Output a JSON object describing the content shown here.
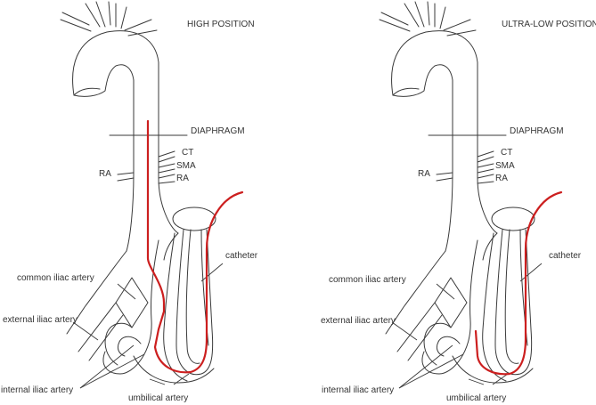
{
  "colors": {
    "vessel": "#3a3a3a",
    "catheter": "#cc1f1f",
    "text": "#333333"
  },
  "panels": [
    {
      "title": "HIGH POSITION",
      "tip": "high",
      "labels": {
        "diaphragm": "DIAPHRAGM",
        "ct": "CT",
        "sma": "SMA",
        "ra_right": "RA",
        "ra_left": "RA",
        "catheter": "catheter",
        "common_iliac": "common iliac artery",
        "external_iliac": "external iliac artery",
        "internal_iliac": "internal iliac artery",
        "umbilical": "umbilical artery"
      }
    },
    {
      "title": "ULTRA-LOW POSITION",
      "tip": "low",
      "labels": {
        "diaphragm": "DIAPHRAGM",
        "ct": "CT",
        "sma": "SMA",
        "ra_right": "RA",
        "ra_left": "RA",
        "catheter": "catheter",
        "common_iliac": "common iliac artery",
        "external_iliac": "external iliac artery",
        "internal_iliac": "internal iliac artery",
        "umbilical": "umbilical artery"
      }
    }
  ]
}
